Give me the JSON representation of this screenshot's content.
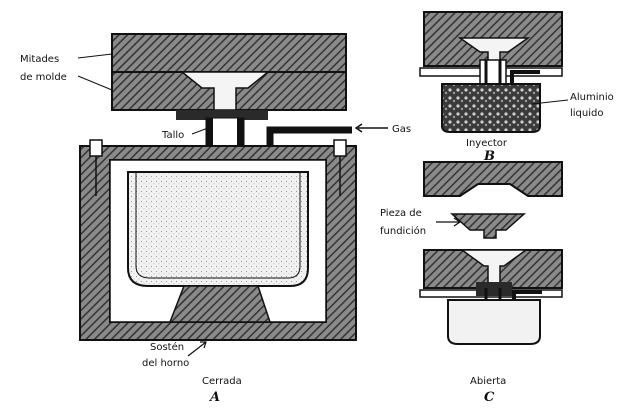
{
  "labels": {
    "mold_halves_line1": "Mitades",
    "mold_halves_line2": "de molde",
    "stem": "Tallo",
    "gas": "Gas",
    "injector": "Inyector",
    "liquid_aluminum_line1": "Aluminio",
    "liquid_aluminum_line2": "liquido",
    "casting_line1": "Pieza de",
    "casting_line2": "fundición",
    "furnace_support_line1": "Sostén",
    "furnace_support_line2": "del horno",
    "closed": "Cerrada",
    "open": "Abierta"
  },
  "panels": {
    "a": "A",
    "b": "B",
    "c": "C"
  }
}
